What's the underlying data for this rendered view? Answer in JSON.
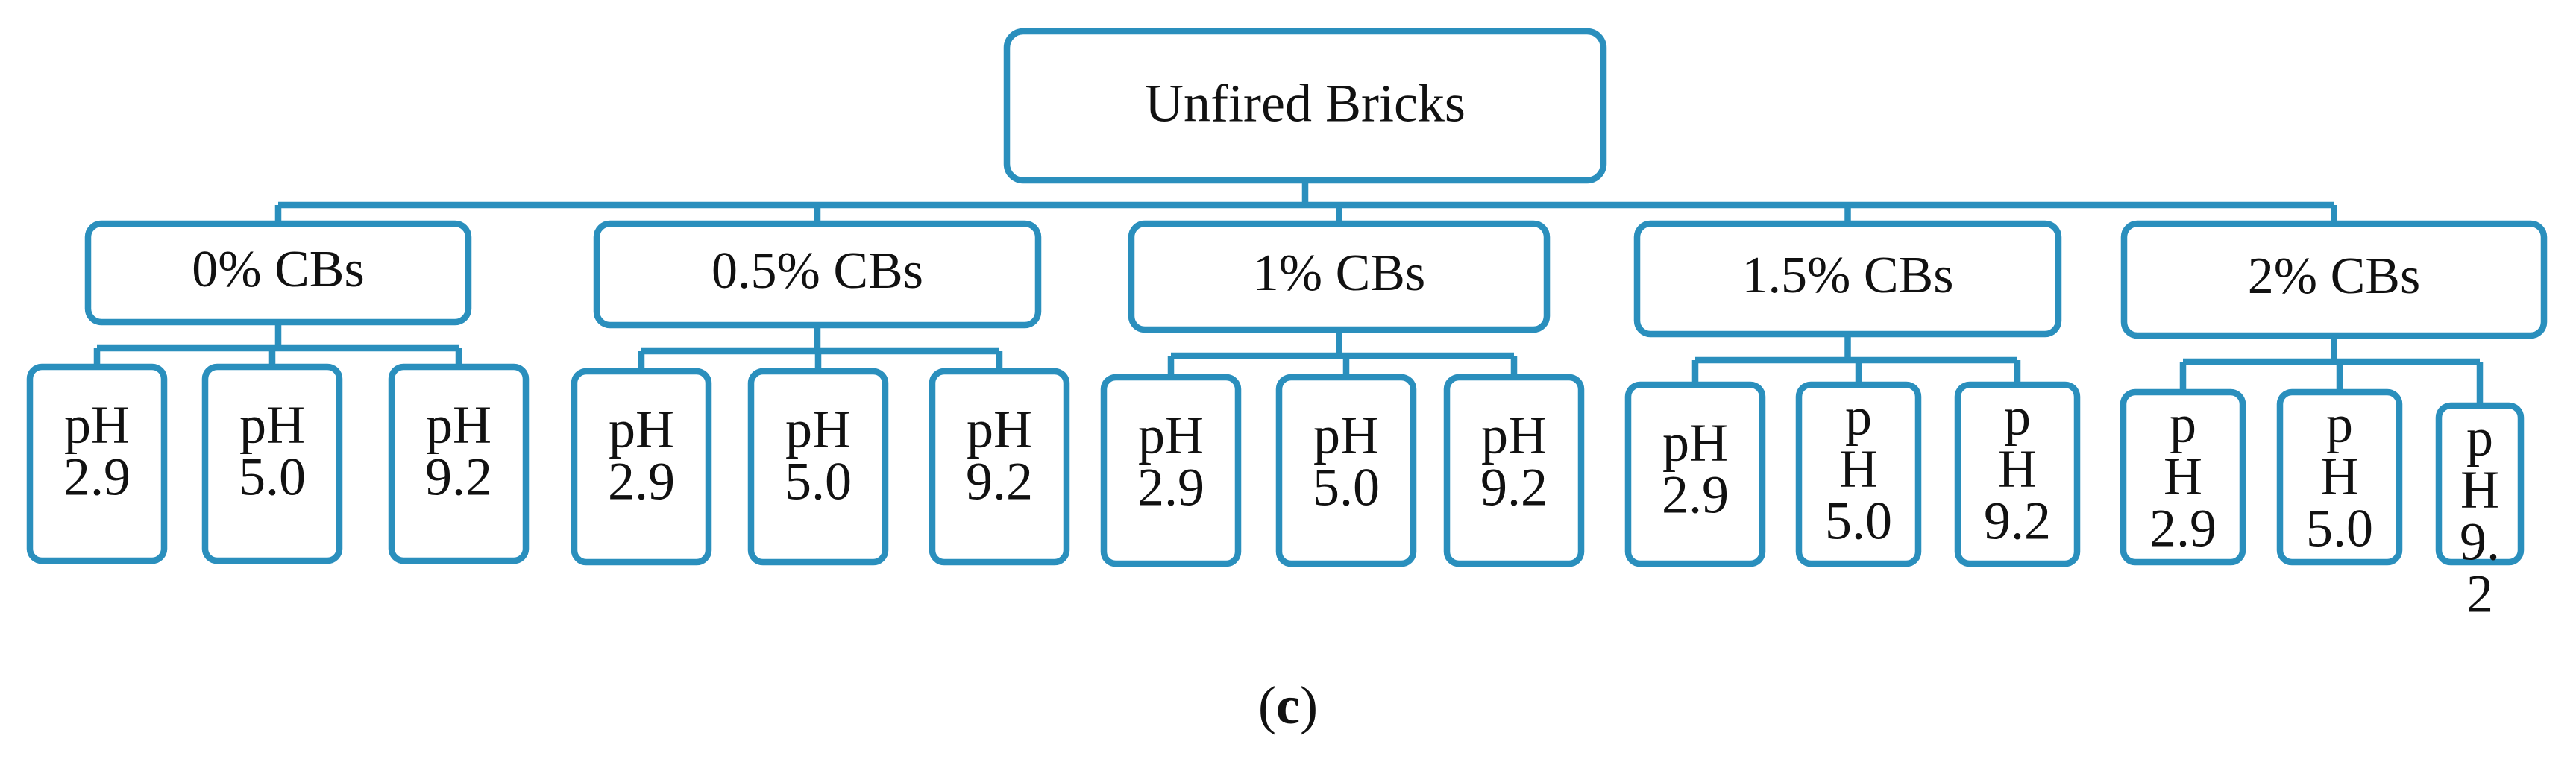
{
  "colors": {
    "stroke": "#2a8fbd",
    "text": "#111111",
    "background": "#ffffff"
  },
  "diagram": {
    "root": {
      "label": "Unfired Bricks"
    },
    "groups": [
      {
        "label": "0% CBs",
        "children": [
          [
            "pH",
            "2.9"
          ],
          [
            "pH",
            "5.0"
          ],
          [
            "pH",
            "9.2"
          ]
        ]
      },
      {
        "label": "0.5% CBs",
        "children": [
          [
            "pH",
            "2.9"
          ],
          [
            "pH",
            "5.0"
          ],
          [
            "pH",
            "9.2"
          ]
        ]
      },
      {
        "label": "1% CBs",
        "children": [
          [
            "pH",
            "2.9"
          ],
          [
            "pH",
            "5.0"
          ],
          [
            "pH",
            "9.2"
          ]
        ]
      },
      {
        "label": "1.5% CBs",
        "children": [
          [
            "pH",
            "2.9"
          ],
          [
            "p",
            "H",
            "5.0"
          ],
          [
            "p",
            "H",
            "9.2"
          ]
        ]
      },
      {
        "label": "2% CBs",
        "children": [
          [
            "p",
            "H",
            "2.9"
          ],
          [
            "p",
            "H",
            "5.0"
          ],
          [
            "p",
            "H",
            "9.",
            "2"
          ]
        ]
      }
    ]
  },
  "caption": {
    "open": "(",
    "letter": "c",
    "close": ")"
  }
}
